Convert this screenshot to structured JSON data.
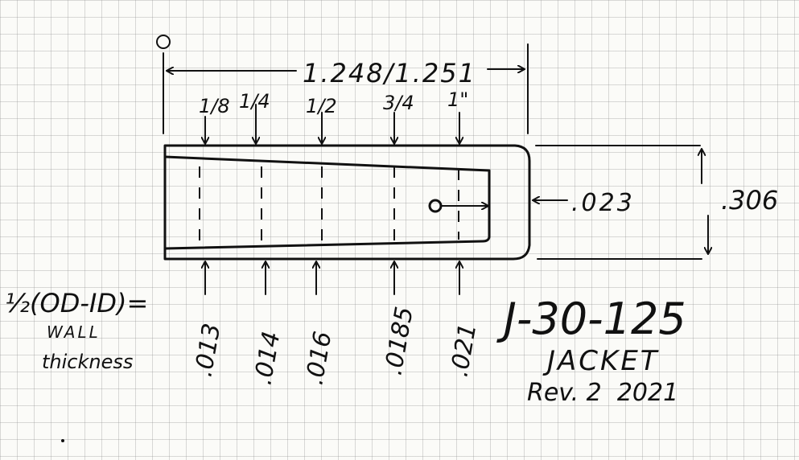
{
  "origin_label": "0",
  "overall_length": "1.248/1.251",
  "positions": [
    "1/8",
    "1/4",
    "1/2",
    "3/4",
    "1\""
  ],
  "wall_thickness_values": [
    ".013",
    ".014",
    ".016",
    ".0185",
    ".021"
  ],
  "base_thickness": ".023",
  "outer_diameter": ".306",
  "formula": "½(OD-ID)=",
  "formula_caption_1": "WALL",
  "formula_caption_2": "thickness",
  "part_number": "J-30-125",
  "part_name": "JACKET",
  "revision": "Rev. 2  2021"
}
